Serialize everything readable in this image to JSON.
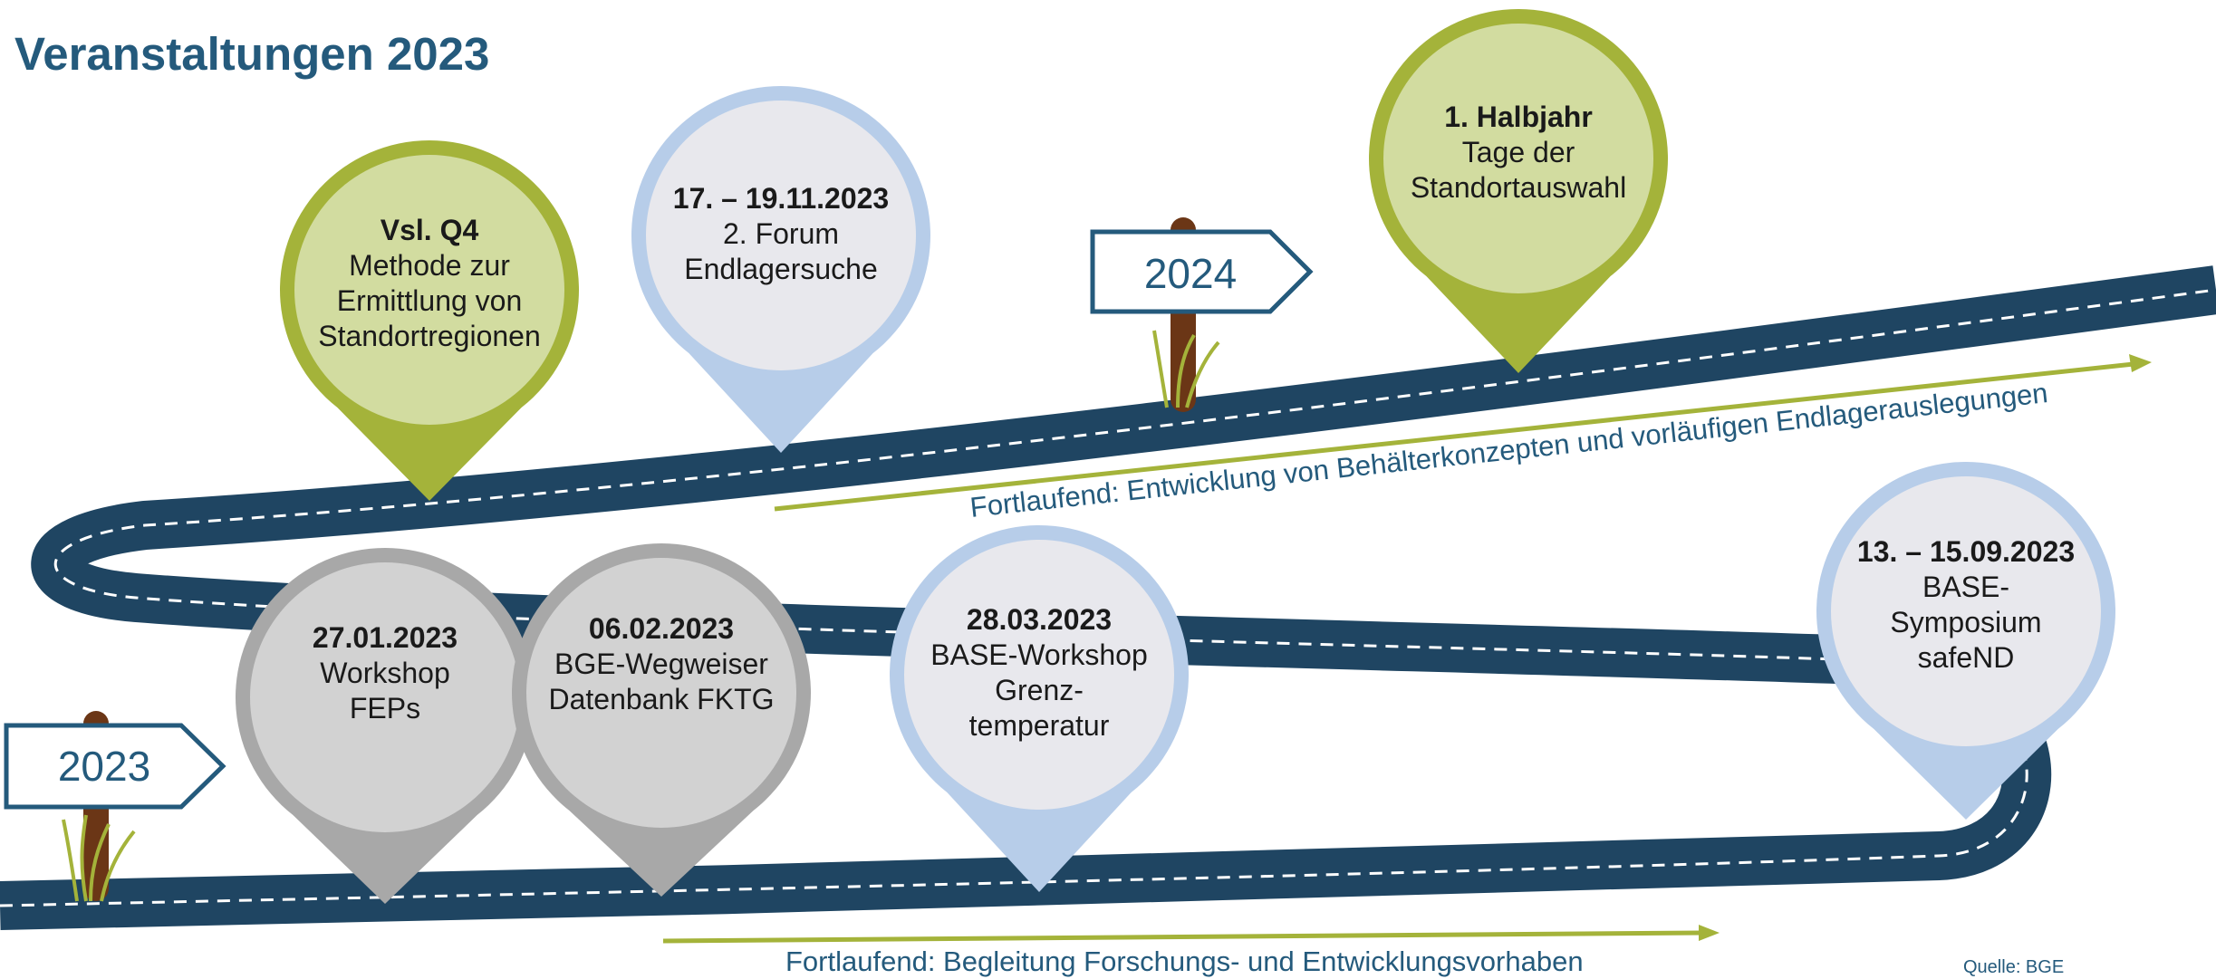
{
  "title": "Veranstaltungen 2023",
  "source": "Quelle: BGE",
  "colors": {
    "road": "#1f4562",
    "title": "#245a7c",
    "green_pin_fill": "#d2dca0",
    "green_pin_ring": "#a4b33a",
    "blue_pin_fill": "#e8e8ed",
    "blue_pin_ring": "#b7cde9",
    "gray_pin_fill": "#d2d2d2",
    "gray_pin_ring": "#a8a8a8",
    "arrow": "#a4b33a",
    "sign_post": "#6b3616"
  },
  "signs": {
    "start": "2023",
    "end": "2024"
  },
  "ongoing": {
    "top": "Fortlaufend: Entwicklung von Behälterkonzepten und vorläufigen Endlagerauslegungen",
    "bottom": "Fortlaufend: Begleitung Forschungs- und Entwicklungsvorhaben"
  },
  "events": [
    {
      "date": "27.01.2023",
      "text": "Workshop\nFEPs",
      "style": "gray"
    },
    {
      "date": "06.02.2023",
      "text": "BGE-Wegweiser\nDatenbank FKTG",
      "style": "gray"
    },
    {
      "date": "28.03.2023",
      "text": "BASE-Workshop\nGrenz-\ntemperatur",
      "style": "blue"
    },
    {
      "date": "13. – 15.09.2023",
      "text": "BASE-\nSymposium\nsafeND",
      "style": "blue"
    },
    {
      "date": "Vsl. Q4",
      "text": "Methode zur\nErmittlung von\nStandortregionen",
      "style": "green"
    },
    {
      "date": "17. – 19.11.2023",
      "text": "2. Forum\nEndlagersuche",
      "style": "blue"
    },
    {
      "date": "1. Halbjahr",
      "text": "Tage der\nStandortauswahl",
      "style": "green"
    }
  ]
}
